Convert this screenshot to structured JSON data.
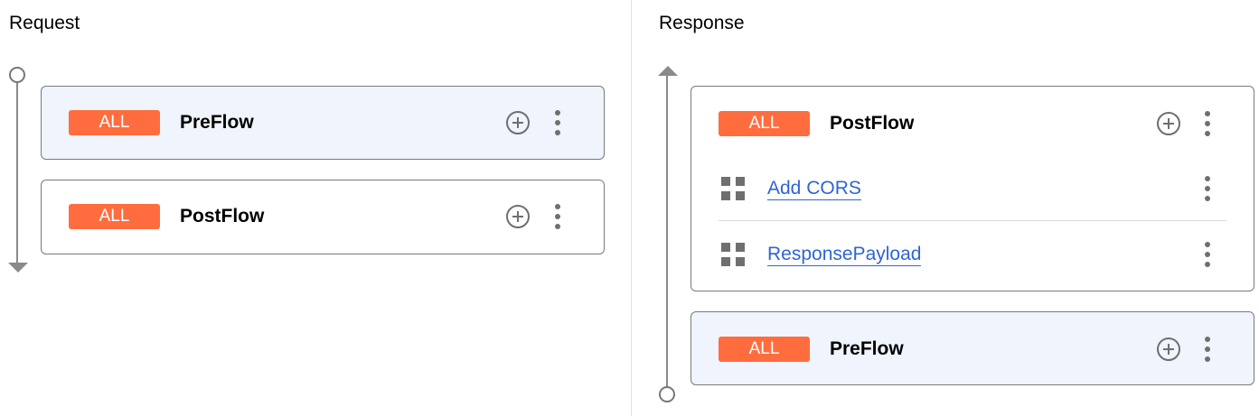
{
  "request": {
    "title": "Request",
    "flows": [
      {
        "badge": "ALL",
        "name": "PreFlow",
        "highlighted": true
      },
      {
        "badge": "ALL",
        "name": "PostFlow",
        "highlighted": false
      }
    ]
  },
  "response": {
    "title": "Response",
    "flows": [
      {
        "badge": "ALL",
        "name": "PostFlow",
        "highlighted": false,
        "steps": [
          "Add CORS",
          "ResponsePayload"
        ]
      },
      {
        "badge": "ALL",
        "name": "PreFlow",
        "highlighted": true
      }
    ]
  },
  "icons": {
    "add": "plus-circle-icon",
    "more": "more-vert-icon",
    "step": "grid-icon"
  },
  "colors": {
    "badge": "#ff6d3f",
    "link": "#2f64d6",
    "highlight": "#eff4fd"
  }
}
